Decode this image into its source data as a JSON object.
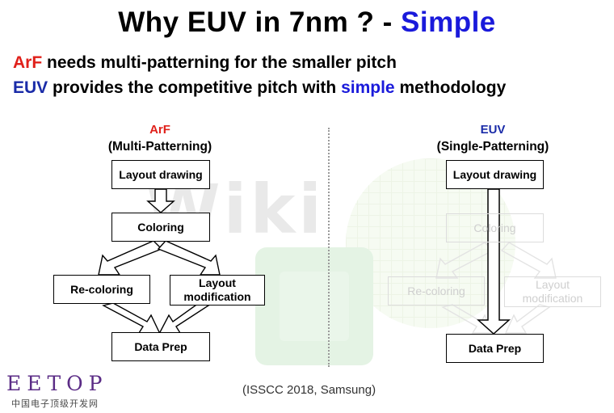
{
  "title": {
    "prefix": "Why EUV in 7nm ? - ",
    "accent": "Simple",
    "accent_color": "#1a1adb"
  },
  "subtitle": {
    "line1": {
      "arf": "ArF",
      "rest": " needs multi-patterning for the smaller pitch"
    },
    "line2": {
      "euv": "EUV",
      "mid": " provides the competitive pitch with ",
      "simple": "simple",
      "end": " methodology"
    }
  },
  "colors": {
    "arf": "#e0201a",
    "euv": "#1a2ba8",
    "faded": "#dcdcdc"
  },
  "left": {
    "name": "ArF",
    "subtitle": "(Multi-Patterning)",
    "layout_drawing": "Layout drawing",
    "coloring": "Coloring",
    "recoloring": "Re-coloring",
    "layout_mod_1": "Layout",
    "layout_mod_2": "modification",
    "data_prep": "Data Prep"
  },
  "right": {
    "name": "EUV",
    "subtitle": "(Single-Patterning)",
    "layout_drawing": "Layout drawing",
    "coloring": "Coloring",
    "recoloring": "Re-coloring",
    "layout_mod_1": "Layout",
    "layout_mod_2": "modification",
    "data_prep": "Data Prep"
  },
  "watermark": {
    "text": "Wiki"
  },
  "footnote": "(ISSCC 2018, Samsung)",
  "logo": {
    "main": "EETOP",
    "sub": "中国电子顶级开发网"
  }
}
